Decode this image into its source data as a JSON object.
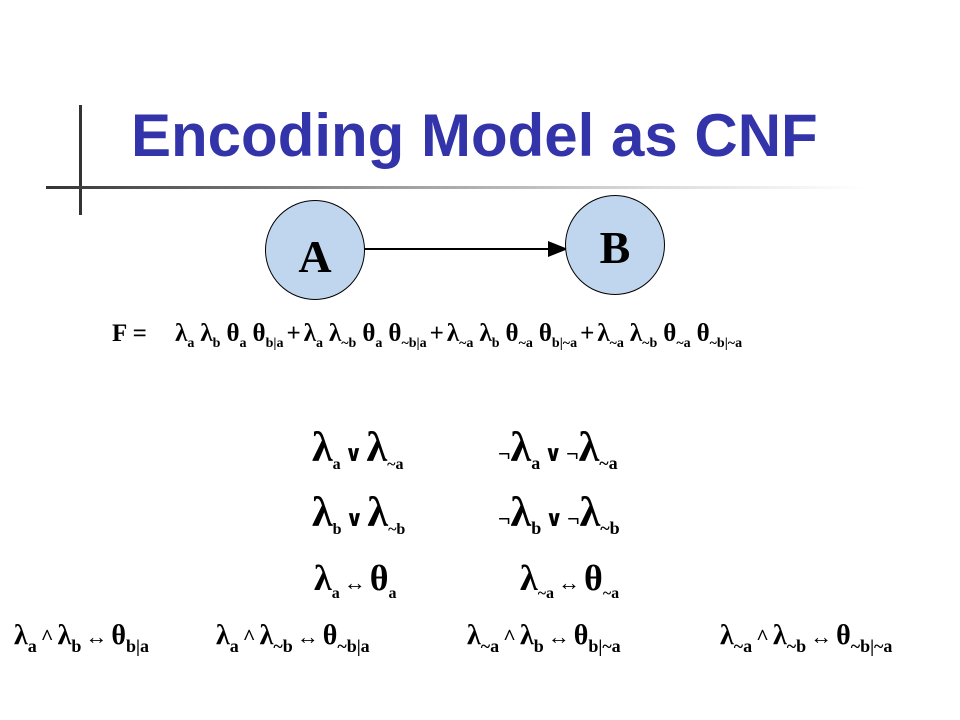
{
  "slide": {
    "title": "Encoding Model as CNF"
  },
  "graph": {
    "nodes": [
      {
        "label": "A",
        "fill": "#c0d6ee"
      },
      {
        "label": "B",
        "fill": "#c0d6ee"
      }
    ],
    "edge": {
      "from": "A",
      "to": "B"
    }
  },
  "formula": {
    "label": "F =",
    "terms": [
      {
        "items": [
          {
            "sym": "λ",
            "sub": "a"
          },
          {
            "sym": "λ",
            "sub": "b"
          },
          {
            "sym": "θ",
            "sub": "a"
          },
          {
            "sym": "θ",
            "sub": "b|a"
          }
        ]
      },
      {
        "items": [
          {
            "sym": "λ",
            "sub": "a"
          },
          {
            "sym": "λ",
            "sub": "~b"
          },
          {
            "sym": "θ",
            "sub": "a"
          },
          {
            "sym": "θ",
            "sub": "~b|a"
          }
        ]
      },
      {
        "items": [
          {
            "sym": "λ",
            "sub": "~a"
          },
          {
            "sym": "λ",
            "sub": "b"
          },
          {
            "sym": "θ",
            "sub": "~a"
          },
          {
            "sym": "θ",
            "sub": "b|~a"
          }
        ]
      },
      {
        "items": [
          {
            "sym": "λ",
            "sub": "~a"
          },
          {
            "sym": "λ",
            "sub": "~b"
          },
          {
            "sym": "θ",
            "sub": "~a"
          },
          {
            "sym": "θ",
            "sub": "~b|~a"
          }
        ]
      }
    ],
    "plus": "+"
  },
  "clauses": {
    "indicator_at_least_one": [
      [
        {
          "neg": false,
          "sym": "λ",
          "sub": "a"
        },
        {
          "neg": false,
          "sym": "λ",
          "sub": "~a"
        }
      ],
      [
        {
          "neg": false,
          "sym": "λ",
          "sub": "b"
        },
        {
          "neg": false,
          "sym": "λ",
          "sub": "~b"
        }
      ]
    ],
    "indicator_at_most_one": [
      [
        {
          "neg": true,
          "sym": "λ",
          "sub": "a"
        },
        {
          "neg": true,
          "sym": "λ",
          "sub": "~a"
        }
      ],
      [
        {
          "neg": true,
          "sym": "λ",
          "sub": "b"
        },
        {
          "neg": true,
          "sym": "λ",
          "sub": "~b"
        }
      ]
    ],
    "or_symbol": "∨",
    "not_symbol": "¬",
    "root_equivalences": [
      {
        "lhs": [
          {
            "sym": "λ",
            "sub": "a"
          }
        ],
        "rhs": {
          "sym": "θ",
          "sub": "a"
        }
      },
      {
        "lhs": [
          {
            "sym": "λ",
            "sub": "~a"
          }
        ],
        "rhs": {
          "sym": "θ",
          "sub": "~a"
        }
      }
    ],
    "child_equivalences": [
      {
        "lhs": [
          {
            "sym": "λ",
            "sub": "a"
          },
          {
            "sym": "λ",
            "sub": "b"
          }
        ],
        "rhs": {
          "sym": "θ",
          "sub": "b|a"
        }
      },
      {
        "lhs": [
          {
            "sym": "λ",
            "sub": "a"
          },
          {
            "sym": "λ",
            "sub": "~b"
          }
        ],
        "rhs": {
          "sym": "θ",
          "sub": "~b|a"
        }
      },
      {
        "lhs": [
          {
            "sym": "λ",
            "sub": "~a"
          },
          {
            "sym": "λ",
            "sub": "b"
          }
        ],
        "rhs": {
          "sym": "θ",
          "sub": "b|~a"
        }
      },
      {
        "lhs": [
          {
            "sym": "λ",
            "sub": "~a"
          },
          {
            "sym": "λ",
            "sub": "~b"
          }
        ],
        "rhs": {
          "sym": "θ",
          "sub": "~b|~a"
        }
      }
    ],
    "and_symbol": "^",
    "iff_symbol": "↔"
  },
  "colors": {
    "title": "#3333aa",
    "node_fill": "#c0d6ee"
  }
}
